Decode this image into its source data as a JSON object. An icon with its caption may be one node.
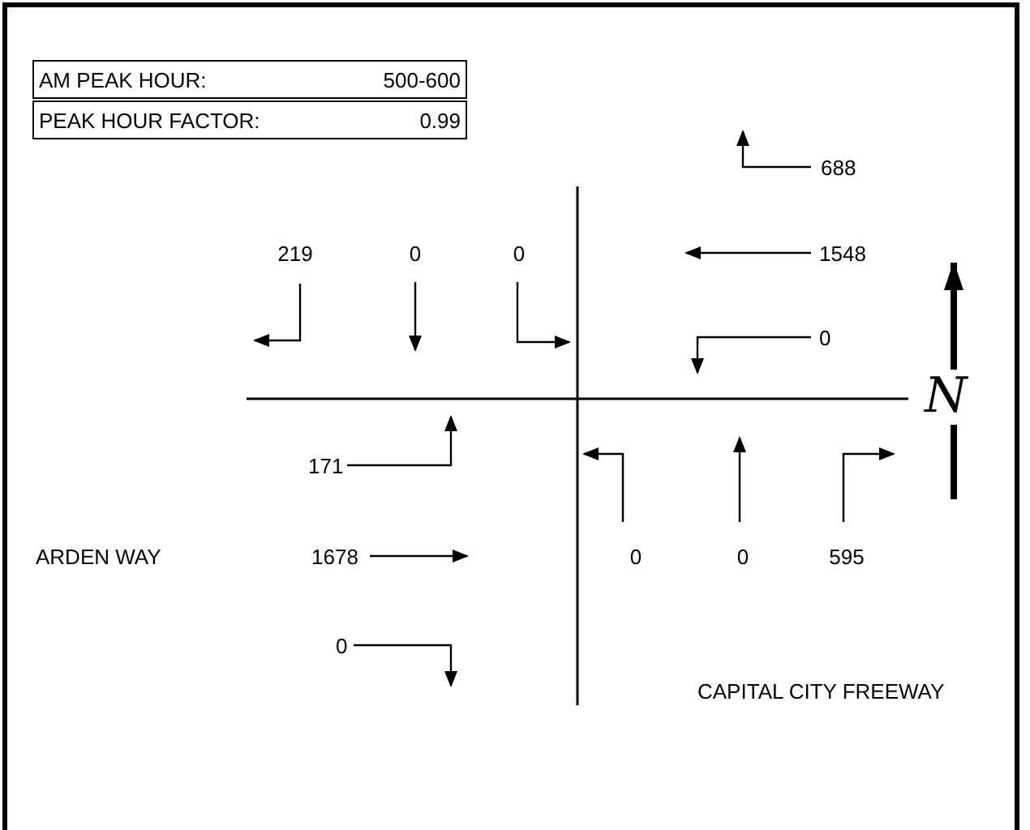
{
  "diagram": {
    "labels": [
      "AM PEAK HOUR:",
      "500-600",
      "PEAK HOUR FACTOR:",
      "0.99",
      "688",
      "219",
      "0",
      "0",
      "1548",
      "0",
      "N",
      "171",
      "ARDEN WAY",
      "1678",
      "0",
      "0",
      "595",
      "0",
      "CAPITAL CITY FREEWAY"
    ]
  }
}
